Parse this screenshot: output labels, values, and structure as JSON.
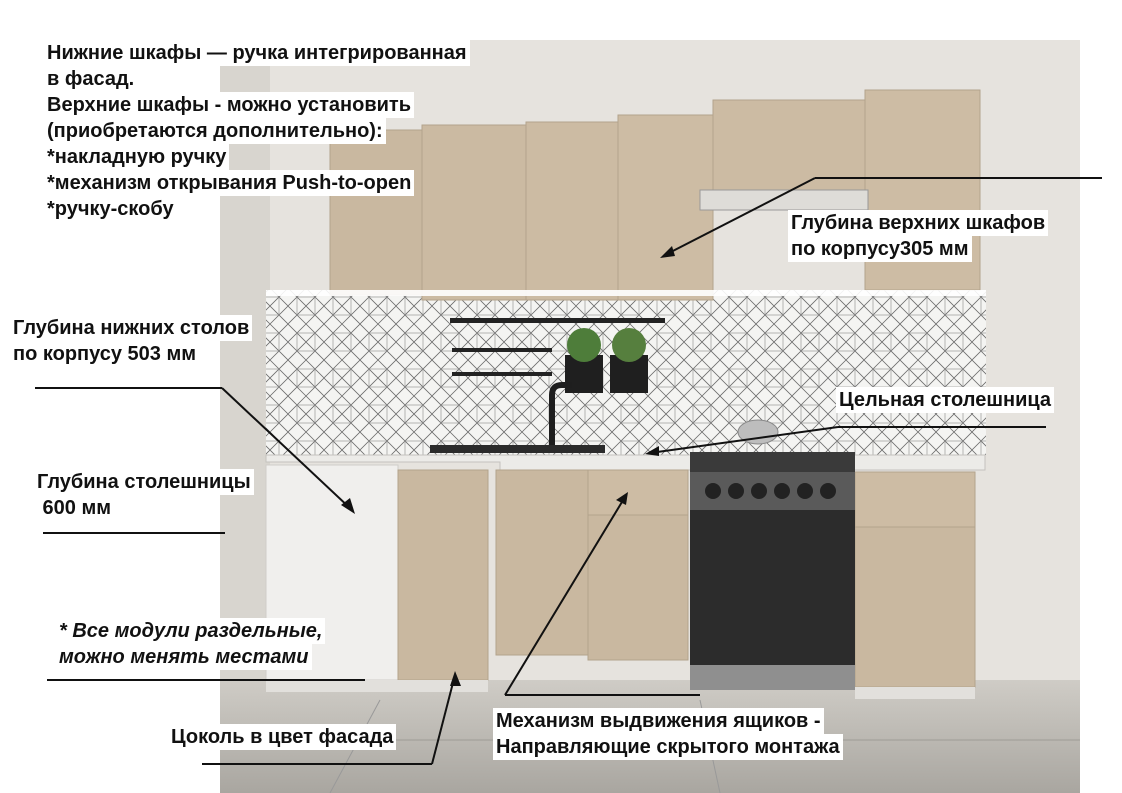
{
  "colors": {
    "facade": "#c9b8a0",
    "wall": "#e4e1dc",
    "countertop": "#e8e6e2",
    "oven": "#2c2c2c",
    "floor": "#bcb9b3",
    "text": "#111111"
  },
  "labels": {
    "top_left": [
      "Нижние шкафы — ручка интегрированная",
      "в фасад.",
      "Верхние шкафы - можно установить",
      "(приобретаются дополнительно):",
      "*накладную ручку",
      "*механизм открывания Push-to-open",
      "*ручку-скобу"
    ],
    "upper_depth": [
      "Глубина верхних шкафов",
      "по корпусу305 мм"
    ],
    "lower_depth": [
      "Глубина нижних столов",
      "по корпусу 503 мм"
    ],
    "countertop_solid": "Цельная столешница",
    "countertop_depth": [
      "Глубина столешницы",
      " 600 мм"
    ],
    "modules_note": [
      "* Все модули раздельные,",
      "можно менять местами"
    ],
    "plinth": "Цоколь в цвет фасада",
    "drawer_mechanism": [
      "Механизм выдвижения ящиков -",
      "Направляющие скрытого монтажа"
    ]
  }
}
